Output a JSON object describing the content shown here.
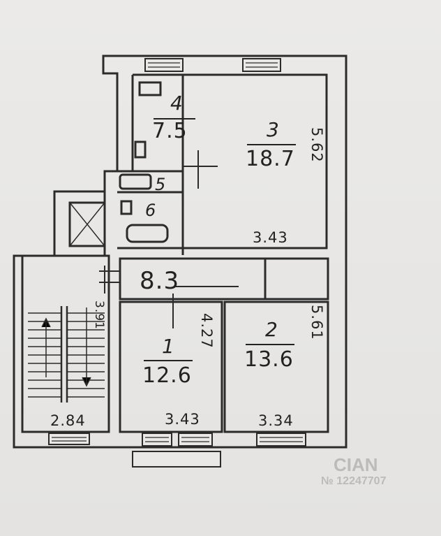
{
  "rooms": [
    {
      "id": "room-4",
      "number": "4",
      "area": "7.5"
    },
    {
      "id": "room-3",
      "number": "3",
      "area": "18.7",
      "width": "3.43",
      "length": "5.62"
    },
    {
      "id": "room-5",
      "number": "5"
    },
    {
      "id": "room-6",
      "number": "6"
    },
    {
      "id": "room-hall",
      "area": "8.3"
    },
    {
      "id": "room-1",
      "number": "1",
      "area": "12.6",
      "width": "3.43",
      "length": "4.27"
    },
    {
      "id": "room-2",
      "number": "2",
      "area": "13.6",
      "width": "3.34",
      "length": "5.61"
    }
  ],
  "stairwell": {
    "width": "2.84",
    "length": "3.91"
  },
  "watermark": {
    "text": "CIAN",
    "id": "№ 12247707"
  },
  "colors": {
    "line": "#2b2b2b",
    "paper": "#e9e8e6"
  }
}
